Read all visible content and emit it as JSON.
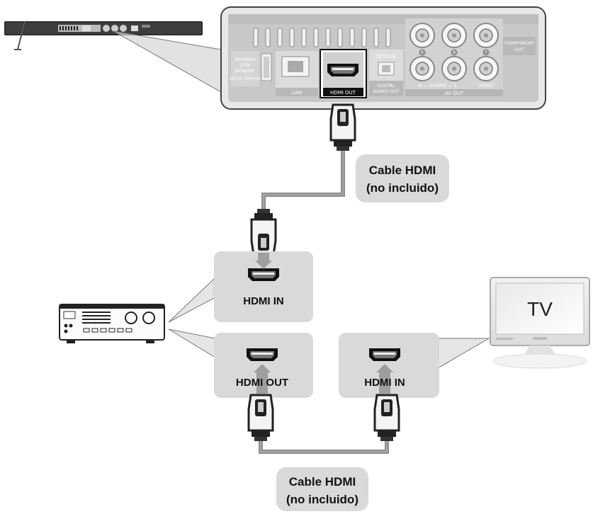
{
  "panel": {
    "wireless_line1": "Wireless",
    "wireless_line2": "LAN",
    "wireless_line3": "Adapter",
    "wireless_line4": "DC5V 350mA",
    "lan": "LAN",
    "hdmi_out": "HDMI OUT",
    "optical": "OPTICAL",
    "digital_line1": "DIGITAL",
    "digital_line2": "AUDIO OUT",
    "audio": "R — AUDIO — L",
    "video": "VIDEO",
    "av_out": "AV OUT",
    "component_line1": "COMPONENT",
    "component_line2": "OUT",
    "pr": "R",
    "pb": "B",
    "y": "Y"
  },
  "callouts": {
    "cable1_line1": "Cable HDMI",
    "cable1_line2": "(no incluido)",
    "cable2_line1": "Cable HDMI",
    "cable2_line2": "(no incluido)",
    "receiver_in": "HDMI IN",
    "receiver_out": "HDMI OUT",
    "tv_in": "HDMI IN"
  },
  "tv": {
    "screen_label": "TV"
  },
  "colors": {
    "panel_bg": "#c8c8c8",
    "bubble": "#d9d9d9",
    "cable": "#8a8a8a",
    "arrow": "#a0a0a0",
    "connector": "#333333"
  }
}
